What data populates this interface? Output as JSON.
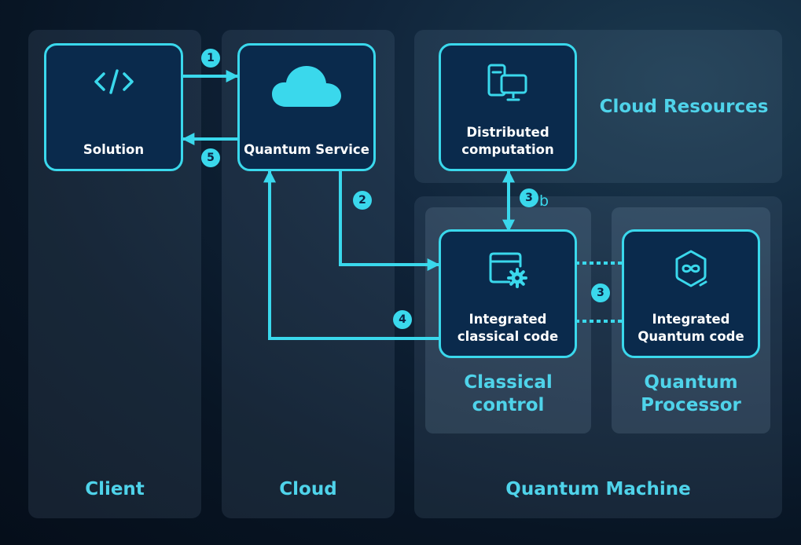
{
  "lanes": {
    "client": "Client",
    "cloud": "Cloud",
    "quantum_machine": "Quantum Machine",
    "cloud_resources": "Cloud Resources",
    "classical_control": "Classical\ncontrol",
    "quantum_processor": "Quantum\nProcessor"
  },
  "nodes": {
    "solution": "Solution",
    "quantum_service": "Quantum Service",
    "distributed_computation": "Distributed\ncomputation",
    "integrated_classical_code": "Integrated\nclassical code",
    "integrated_quantum_code": "Integrated\nQuantum code"
  },
  "steps": {
    "s1": "1",
    "s2": "2",
    "s3": "3",
    "s3b_num": "3",
    "s3b_suffix": "b",
    "s4": "4",
    "s5": "5"
  },
  "colors": {
    "accent": "#3ad8ec",
    "box_fill": "#0a2a4c",
    "lane_text": "#4fd3ea"
  },
  "icons": {
    "solution": "code-icon",
    "quantum_service": "cloud-icon",
    "distributed_computation": "devices-icon",
    "integrated_classical_code": "app-settings-icon",
    "integrated_quantum_code": "infinity-hexagon-icon"
  }
}
